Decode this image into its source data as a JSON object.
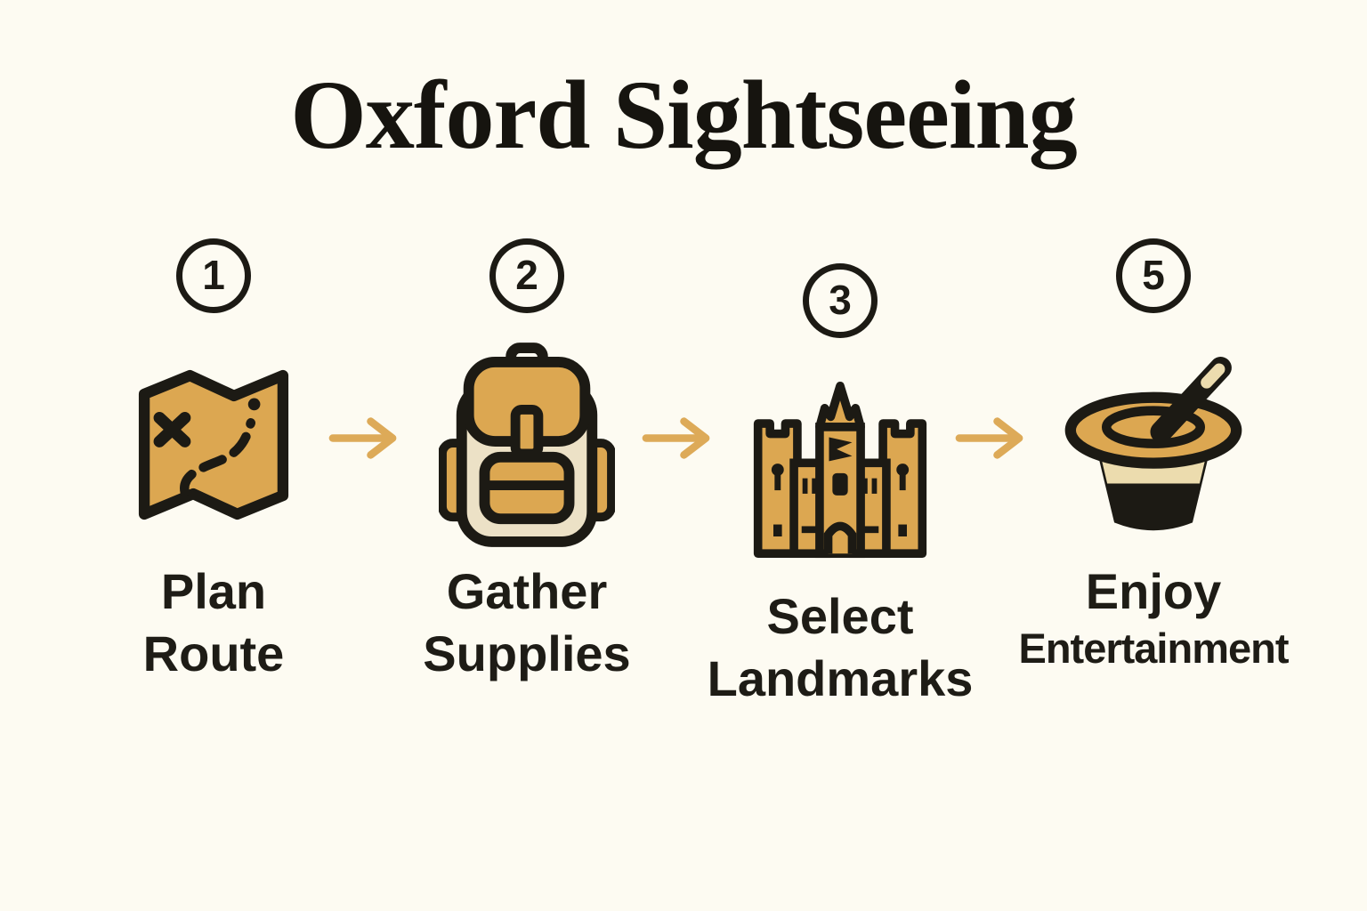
{
  "title": "Oxford Sightseeing",
  "colors": {
    "background": "#fdfbf2",
    "ink": "#1c1a14",
    "gold": "#dca751",
    "cream": "#ece1c6",
    "band": "#ecdcae",
    "arrow": "#ddaa58"
  },
  "steps": [
    {
      "number": "1",
      "icon": "treasure-map-icon",
      "label": [
        "Plan",
        "Route"
      ]
    },
    {
      "number": "2",
      "icon": "backpack-icon",
      "label": [
        "Gather",
        "Supplies"
      ]
    },
    {
      "number": "3",
      "icon": "castle-icon",
      "label": [
        "Select",
        "Landmarks"
      ]
    },
    {
      "number": "5",
      "icon": "magic-hat-icon",
      "label": [
        "Enjoy",
        "Entertainment"
      ]
    }
  ]
}
